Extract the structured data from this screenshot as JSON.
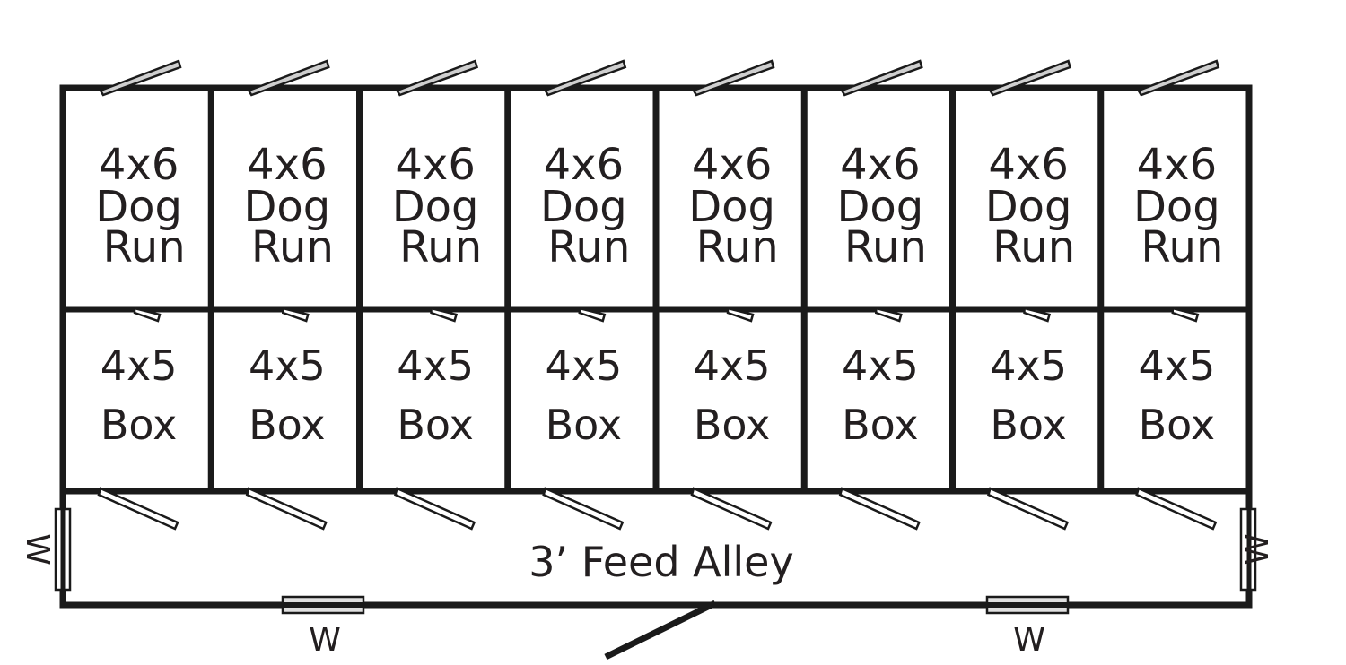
{
  "runs": [
    {
      "size": "4x6",
      "line2": "Dog",
      "line3": "Run"
    },
    {
      "size": "4x6",
      "line2": "Dog",
      "line3": "Run"
    },
    {
      "size": "4x6",
      "line2": "Dog",
      "line3": "Run"
    },
    {
      "size": "4x6",
      "line2": "Dog",
      "line3": "Run"
    },
    {
      "size": "4x6",
      "line2": "Dog",
      "line3": "Run"
    },
    {
      "size": "4x6",
      "line2": "Dog",
      "line3": "Run"
    },
    {
      "size": "4x6",
      "line2": "Dog",
      "line3": "Run"
    },
    {
      "size": "4x6",
      "line2": "Dog",
      "line3": "Run"
    }
  ],
  "boxes": [
    {
      "size": "4x5",
      "label": "Box"
    },
    {
      "size": "4x5",
      "label": "Box"
    },
    {
      "size": "4x5",
      "label": "Box"
    },
    {
      "size": "4x5",
      "label": "Box"
    },
    {
      "size": "4x5",
      "label": "Box"
    },
    {
      "size": "4x5",
      "label": "Box"
    },
    {
      "size": "4x5",
      "label": "Box"
    },
    {
      "size": "4x5",
      "label": "Box"
    }
  ],
  "alley": {
    "label": "3’ Feed Alley"
  },
  "windows": {
    "left": "W",
    "right": "W",
    "bottom_left": "W",
    "bottom_right": "W"
  },
  "colors": {
    "wall": "#1a1a1a",
    "door_top": "#cfcfcf",
    "window_fill": "#e0e0e0"
  }
}
